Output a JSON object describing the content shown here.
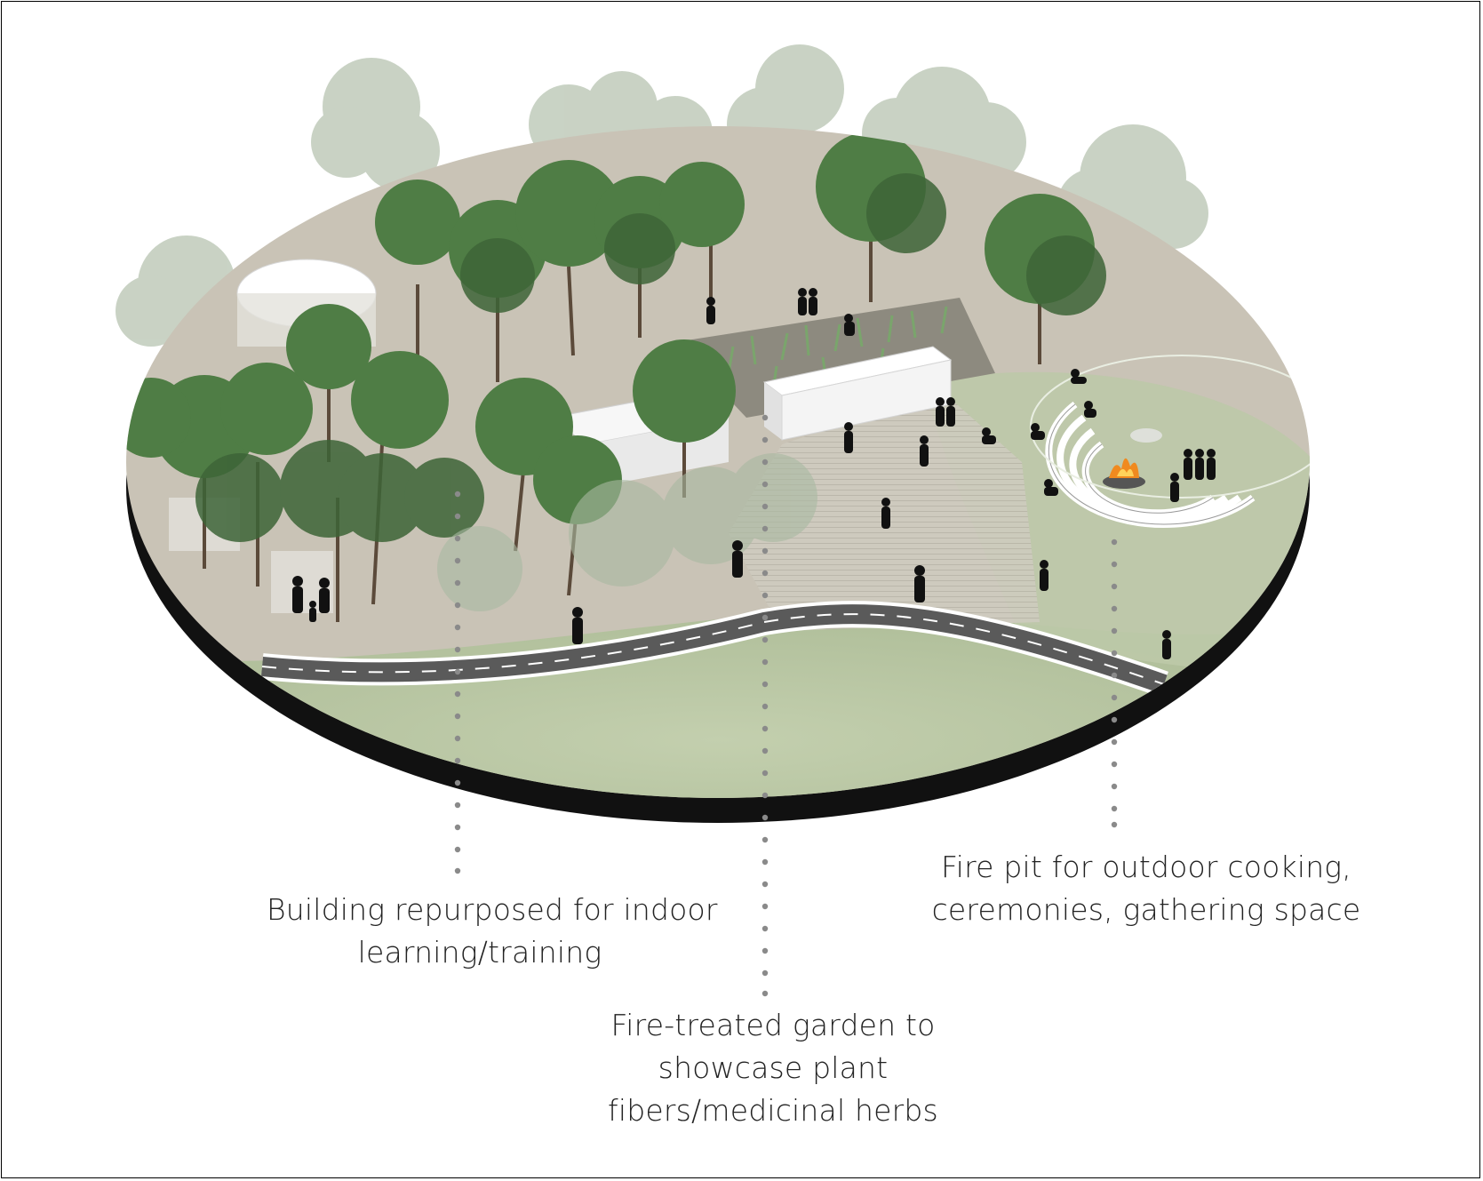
{
  "annotations": {
    "building": {
      "lines": [
        "Building repurposed for indoor",
        "learning/training"
      ]
    },
    "fire_pit": {
      "lines": [
        "Fire pit for outdoor cooking,",
        "ceremonies, gathering space"
      ]
    },
    "garden": {
      "lines": [
        "Fire-treated garden to",
        "showcase plant",
        "fibers/medicinal herbs"
      ]
    }
  },
  "colors": {
    "ground": "#c9c3b6",
    "lawn": "#b9c7a4",
    "plinth": "#111111",
    "tree_dark": "#3f6b3c",
    "tree_mid": "#5a8a4e",
    "tree_faded": "#a9b9a1",
    "road": "#555555",
    "building": "#f2f2f2",
    "leader_dots": "#8a8a8a"
  },
  "icons": [
    "tree-icon",
    "person-icon",
    "fire-icon",
    "amphitheater-icon",
    "road-icon",
    "building-icon"
  ]
}
